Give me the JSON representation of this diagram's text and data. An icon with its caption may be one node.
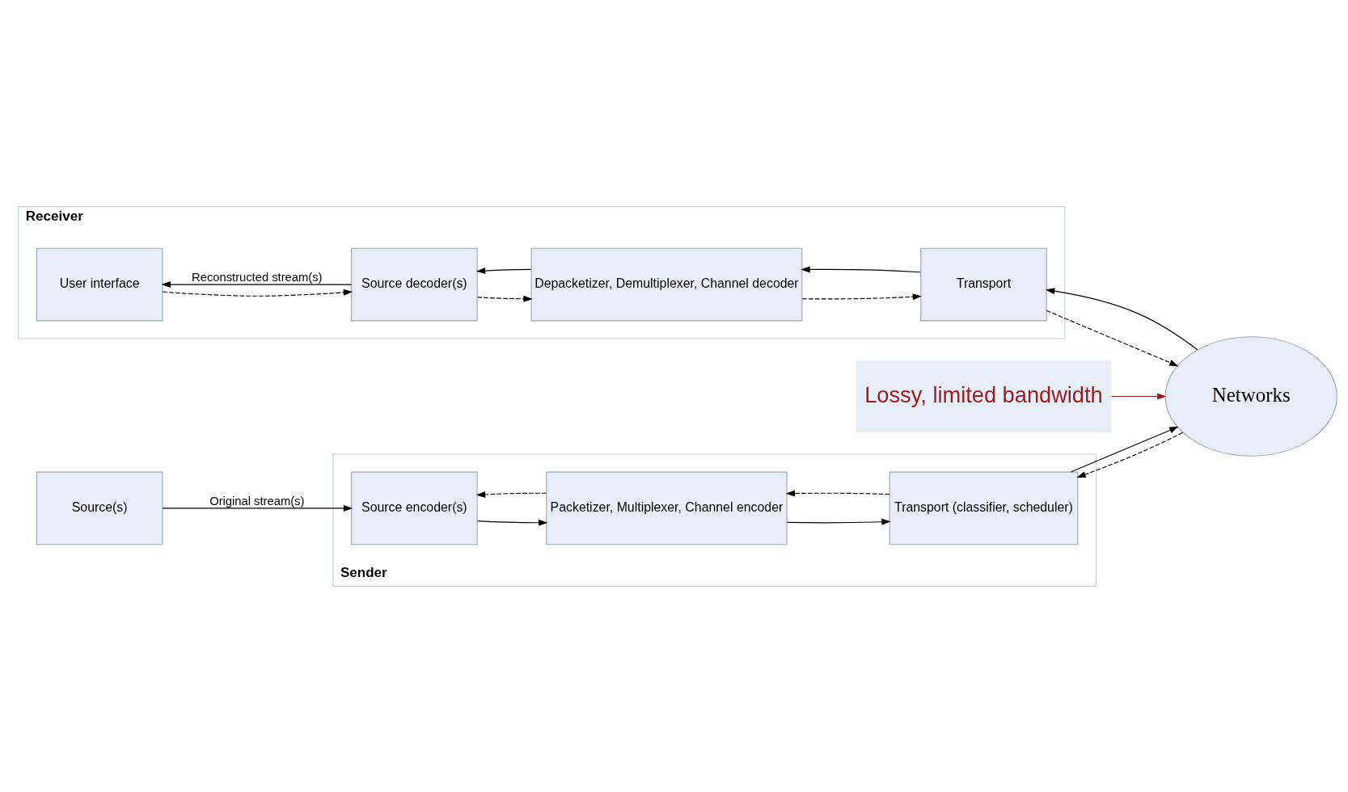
{
  "diagram": {
    "nodes": [
      {
        "text": [
          "Sender"
        ]
      },
      {
        "text": [
          "Source(s)"
        ]
      },
      {
        "text": [
          "Source encoder(s)"
        ],
        "in": 0
      },
      {
        "text": [
          "Packetizer, Multiplexer, Channel encoder"
        ],
        "in": 0
      },
      {
        "text": [
          "Transport (classifier, scheduler)"
        ],
        "in": 0
      },
      {
        "text": [
          "Networks"
        ]
      },
      {
        "text": [
          "Lossy, limited bandwidth"
        ]
      },
      {
        "text": [
          "Receiver"
        ]
      },
      {
        "text": [
          "User interface"
        ],
        "in": 7
      },
      {
        "text": [
          "Source decoder(s)"
        ],
        "in": 7
      },
      {
        "text": [
          "Depacketizer, Demultiplexer, Channel decoder"
        ],
        "in": 7
      },
      {
        "text": [
          "Transport"
        ],
        "in": 7
      }
    ],
    "edges": [
      {
        "from": 1,
        "to": 2,
        "arrow": "to",
        "label": "Original stream(s)"
      },
      {
        "from": 2,
        "to": 3,
        "arrow": "to"
      },
      {
        "from": 3,
        "to": 2,
        "arrow": "to",
        "style": "dashed"
      },
      {
        "from": 3,
        "to": 4,
        "arrow": "to"
      },
      {
        "from": 4,
        "to": 3,
        "arrow": "to",
        "style": "dashed"
      },
      {
        "from": 4,
        "to": 5,
        "arrow": "to"
      },
      {
        "from": 5,
        "to": 4,
        "arrow": "to",
        "style": "dashed"
      },
      {
        "from": 5,
        "to": 11,
        "arrow": "to"
      },
      {
        "from": 11,
        "to": 5,
        "arrow": "to",
        "style": "dashed"
      },
      {
        "from": 11,
        "to": 10,
        "arrow": "to"
      },
      {
        "from": 10,
        "to": 9,
        "arrow": "to"
      },
      {
        "from": 9,
        "to": 8,
        "arrow": "to",
        "label": "Reconstructed stream(s)"
      },
      {
        "from": 8,
        "to": 9,
        "arrow": "to",
        "style": "dashed"
      },
      {
        "from": 9,
        "to": 10,
        "arrow": "to",
        "style": "dashed"
      },
      {
        "from": 10,
        "to": 11,
        "arrow": "to",
        "style": "dashed"
      },
      {
        "from": 6,
        "to": 5,
        "arrow": "to",
        "color": "#9b1b1f"
      }
    ]
  }
}
